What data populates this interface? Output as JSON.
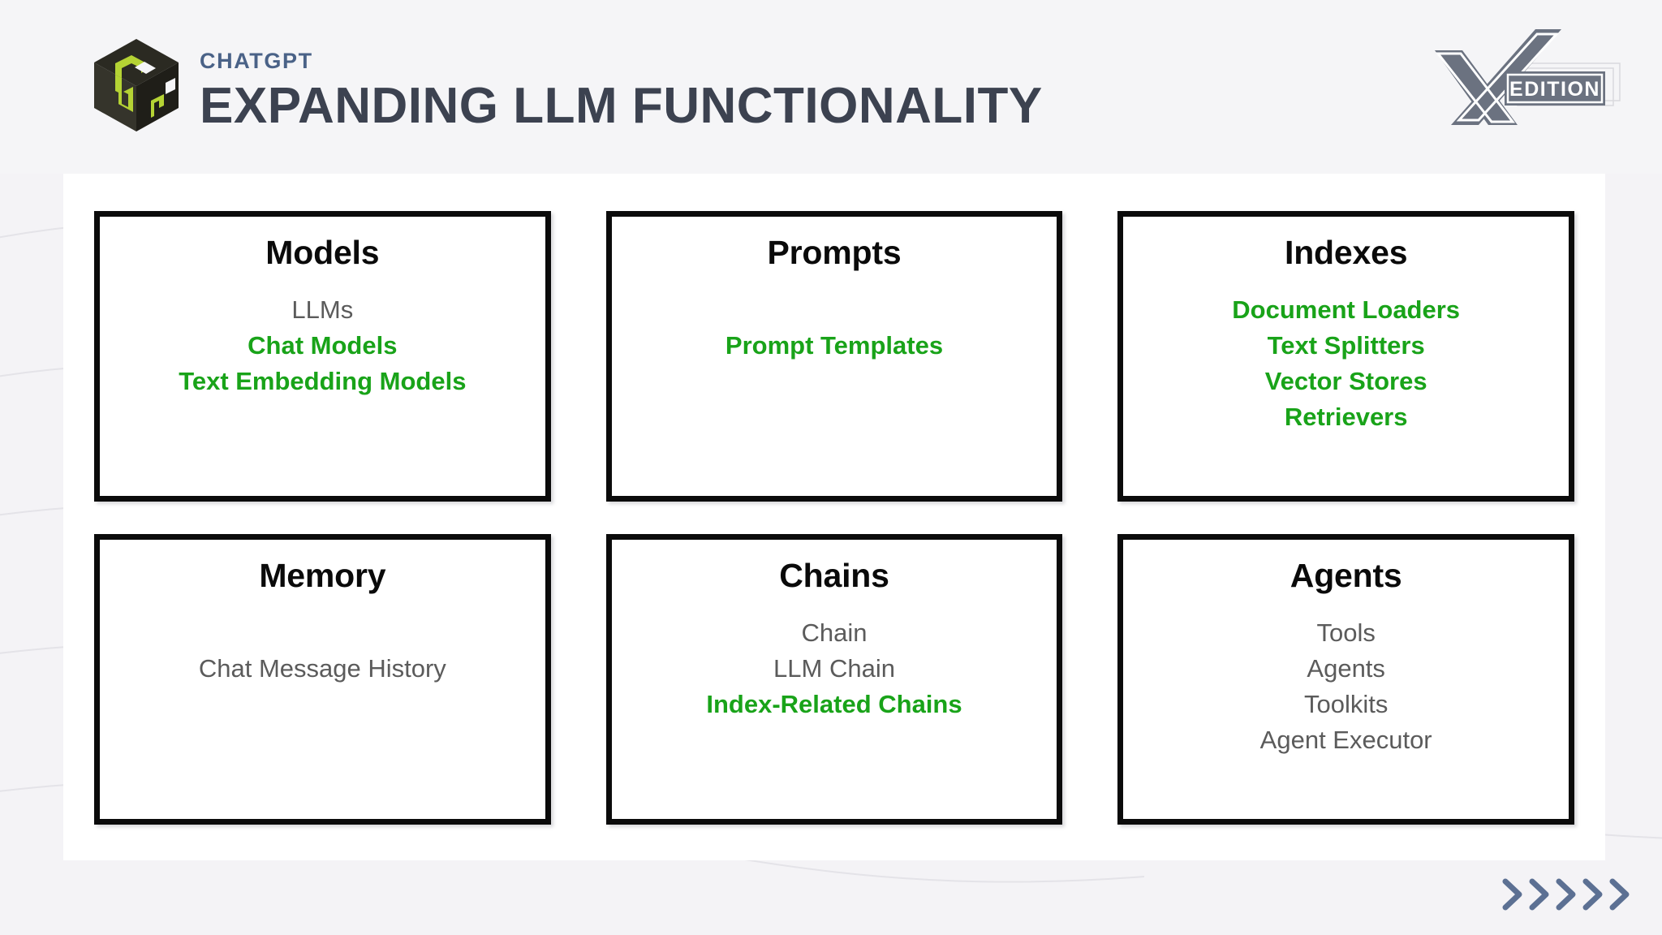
{
  "header": {
    "eyebrow": "CHATGPT",
    "title": "EXPANDING LLM FUNCTIONALITY",
    "logo_icon": "cube-logo-icon",
    "edition_badge": {
      "mark": "X",
      "label": "EDITION"
    }
  },
  "colors": {
    "accent_green": "#19a319",
    "title_gray": "#3c4250",
    "eyebrow_blue": "#4a6287",
    "body_gray": "#5b5b5b",
    "card_border": "#0b0b0b",
    "panel_bg": "#ffffff",
    "page_bg": "#f4f3f6",
    "logo_lime": "#b5d334",
    "logo_dark": "#2b2a22",
    "chevron_blue": "#5c7093"
  },
  "cards": [
    {
      "title": "Models",
      "items": [
        {
          "label": "LLMs",
          "accent": false
        },
        {
          "label": "Chat Models",
          "accent": true
        },
        {
          "label": "Text Embedding Models",
          "accent": true
        }
      ]
    },
    {
      "title": "Prompts",
      "items": [
        {
          "label": "Prompt Templates",
          "accent": true
        }
      ]
    },
    {
      "title": "Indexes",
      "items": [
        {
          "label": "Document Loaders",
          "accent": true
        },
        {
          "label": "Text Splitters",
          "accent": true
        },
        {
          "label": "Vector Stores",
          "accent": true
        },
        {
          "label": "Retrievers",
          "accent": true
        }
      ]
    },
    {
      "title": "Memory",
      "items": [
        {
          "label": "Chat Message History",
          "accent": false
        }
      ]
    },
    {
      "title": "Chains",
      "items": [
        {
          "label": "Chain",
          "accent": false
        },
        {
          "label": "LLM Chain",
          "accent": false
        },
        {
          "label": "Index-Related Chains",
          "accent": true
        }
      ]
    },
    {
      "title": "Agents",
      "items": [
        {
          "label": "Tools",
          "accent": false
        },
        {
          "label": "Agents",
          "accent": false
        },
        {
          "label": "Toolkits",
          "accent": false
        },
        {
          "label": "Agent Executor",
          "accent": false
        }
      ]
    }
  ],
  "footer": {
    "chevron_count": 5,
    "chevron_icon": "chevron-right-icon"
  }
}
